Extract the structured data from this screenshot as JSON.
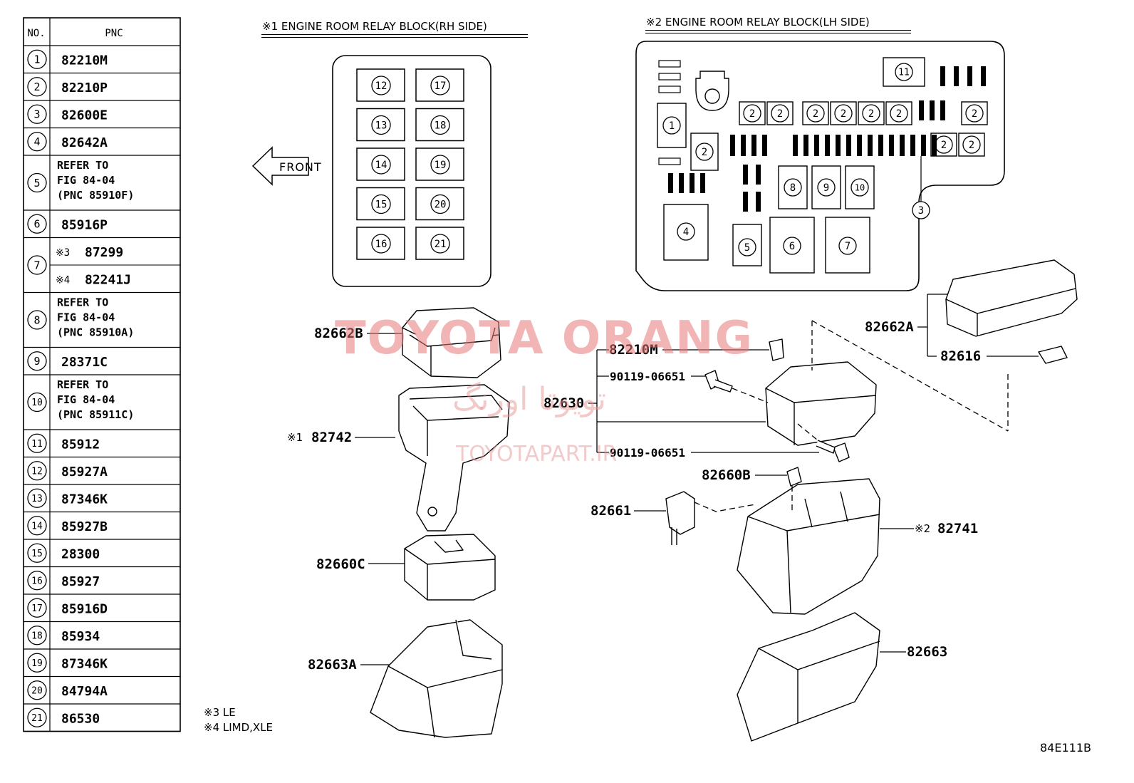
{
  "table": {
    "col_no": "NO.",
    "col_pnc": "PNC",
    "rows": [
      {
        "no": "1",
        "pnc": [
          "82210M"
        ]
      },
      {
        "no": "2",
        "pnc": [
          "82210P"
        ]
      },
      {
        "no": "3",
        "pnc": [
          "82600E"
        ]
      },
      {
        "no": "4",
        "pnc": [
          "82642A"
        ]
      },
      {
        "no": "5",
        "pnc": [
          "REFER TO",
          "FIG 84-04",
          "(PNC 85910F)"
        ]
      },
      {
        "no": "6",
        "pnc": [
          "85916P"
        ]
      },
      {
        "no": "7",
        "sub": [
          {
            "mark": "※3",
            "pnc": "87299"
          },
          {
            "mark": "※4",
            "pnc": "82241J"
          }
        ]
      },
      {
        "no": "8",
        "pnc": [
          "REFER TO",
          "FIG 84-04",
          "(PNC 85910A)"
        ]
      },
      {
        "no": "9",
        "pnc": [
          "28371C"
        ]
      },
      {
        "no": "10",
        "pnc": [
          "REFER TO",
          "FIG 84-04",
          "(PNC 85911C)"
        ]
      },
      {
        "no": "11",
        "pnc": [
          "85912"
        ]
      },
      {
        "no": "12",
        "pnc": [
          "85927A"
        ]
      },
      {
        "no": "13",
        "pnc": [
          "87346K"
        ]
      },
      {
        "no": "14",
        "pnc": [
          "85927B"
        ]
      },
      {
        "no": "15",
        "pnc": [
          "28300"
        ]
      },
      {
        "no": "16",
        "pnc": [
          "85927"
        ]
      },
      {
        "no": "17",
        "pnc": [
          "85916D"
        ]
      },
      {
        "no": "18",
        "pnc": [
          "85934"
        ]
      },
      {
        "no": "19",
        "pnc": [
          "87346K"
        ]
      },
      {
        "no": "20",
        "pnc": [
          "84794A"
        ]
      },
      {
        "no": "21",
        "pnc": [
          "86530"
        ]
      }
    ]
  },
  "rh_block": {
    "title": "※1 ENGINE ROOM RELAY BLOCK(RH SIDE)",
    "front": "FRONT",
    "slots": [
      "12",
      "17",
      "13",
      "18",
      "14",
      "19",
      "15",
      "20",
      "16",
      "21"
    ]
  },
  "lh_block": {
    "title": "※2 ENGINE ROOM RELAY BLOCK(LH SIDE)",
    "callouts": [
      "1",
      "2",
      "3",
      "4",
      "5",
      "6",
      "7",
      "8",
      "9",
      "10",
      "11"
    ]
  },
  "parts": {
    "p82662B": "82662B",
    "p82742": "82742",
    "p82742_mark": "※1",
    "p82660C": "82660C",
    "p82663A": "82663A",
    "p82210M": "82210M",
    "p90119a": "90119-06651",
    "p82630": "82630",
    "p90119b": "90119-06651",
    "p82660B": "82660B",
    "p82661": "82661",
    "p82741": "82741",
    "p82741_mark": "※2",
    "p82663": "82663",
    "p82662A": "82662A",
    "p82616": "82616"
  },
  "notes": [
    "※3 LE",
    "※4 LIMD,XLE"
  ],
  "figure_id": "84E111B",
  "watermarks": {
    "main": "TOYOTA ORANG",
    "persian": "تویوتا اورنگ",
    "site": "TOYOTAPART.IR"
  }
}
